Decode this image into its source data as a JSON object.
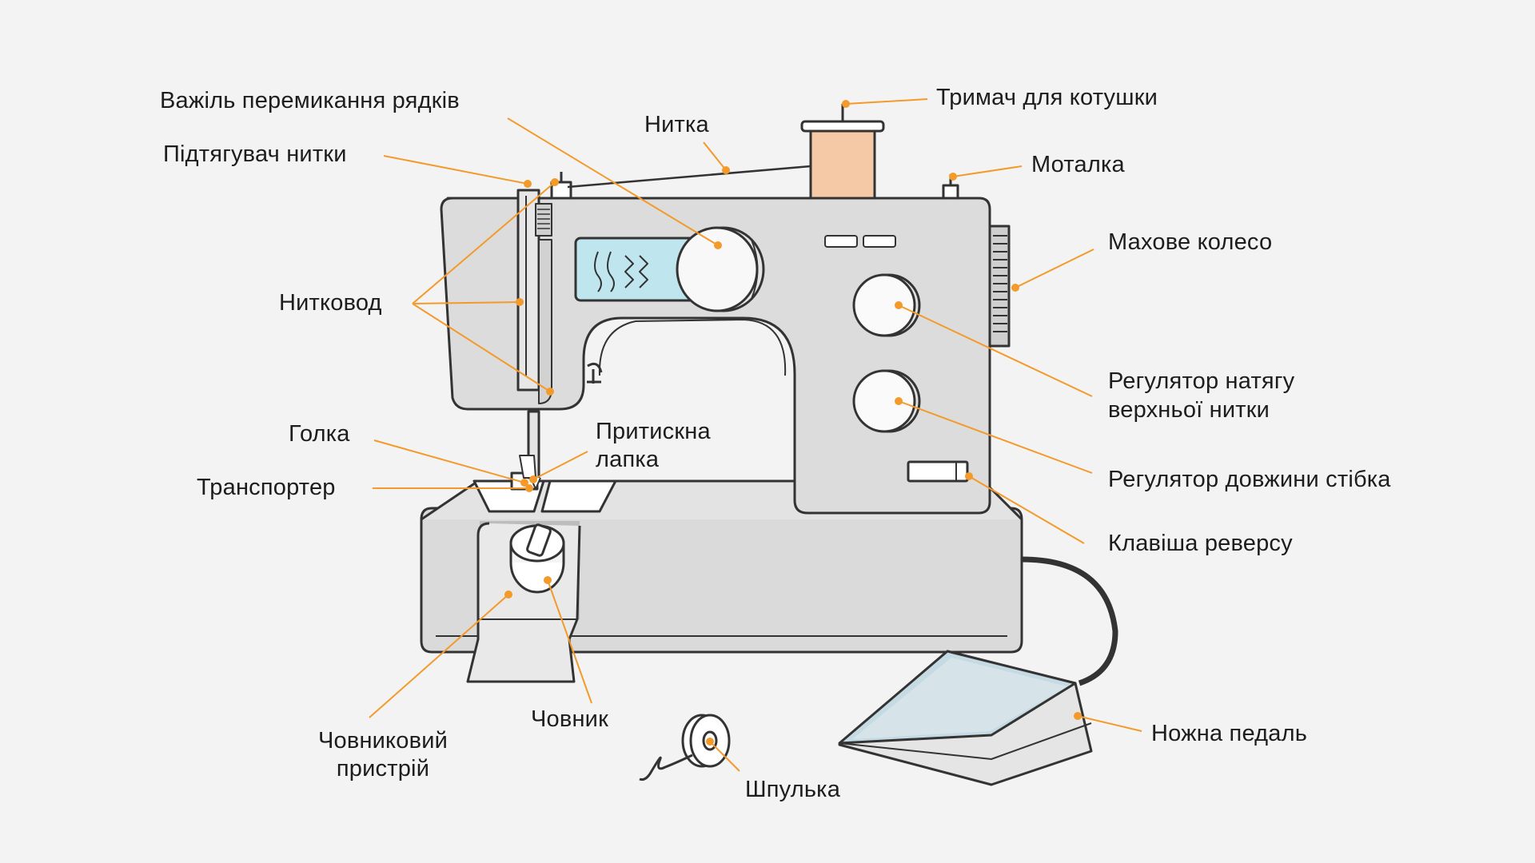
{
  "colors": {
    "background": "#f3f3f3",
    "accent_line": "#f39a2b",
    "body_fill": "#dcdcdc",
    "outline": "#333333",
    "spool_fill": "#f6c9a6",
    "display_fill": "#bfe6ef"
  },
  "labels": {
    "stitch_lever": "Важіль перемикання рядків",
    "thread": "Нитка",
    "spool_holder": "Тримач для котушки",
    "take_up": "Підтягувач нитки",
    "winder": "Моталка",
    "handwheel": "Махове колесо",
    "thread_guide": "Нитковод",
    "tension": [
      "Регулятор натягу",
      "верхньої нитки"
    ],
    "needle": "Голка",
    "presser_foot": [
      "Притискна",
      "лапка"
    ],
    "feed_dog": "Транспортер",
    "stitch_length": "Регулятор довжини стібка",
    "reverse": "Клавіша реверсу",
    "shuttle": "Човник",
    "shuttle_device": [
      "Човниковий",
      "пристрій"
    ],
    "foot_pedal": "Ножна педаль",
    "bobbin": "Шпулька"
  }
}
